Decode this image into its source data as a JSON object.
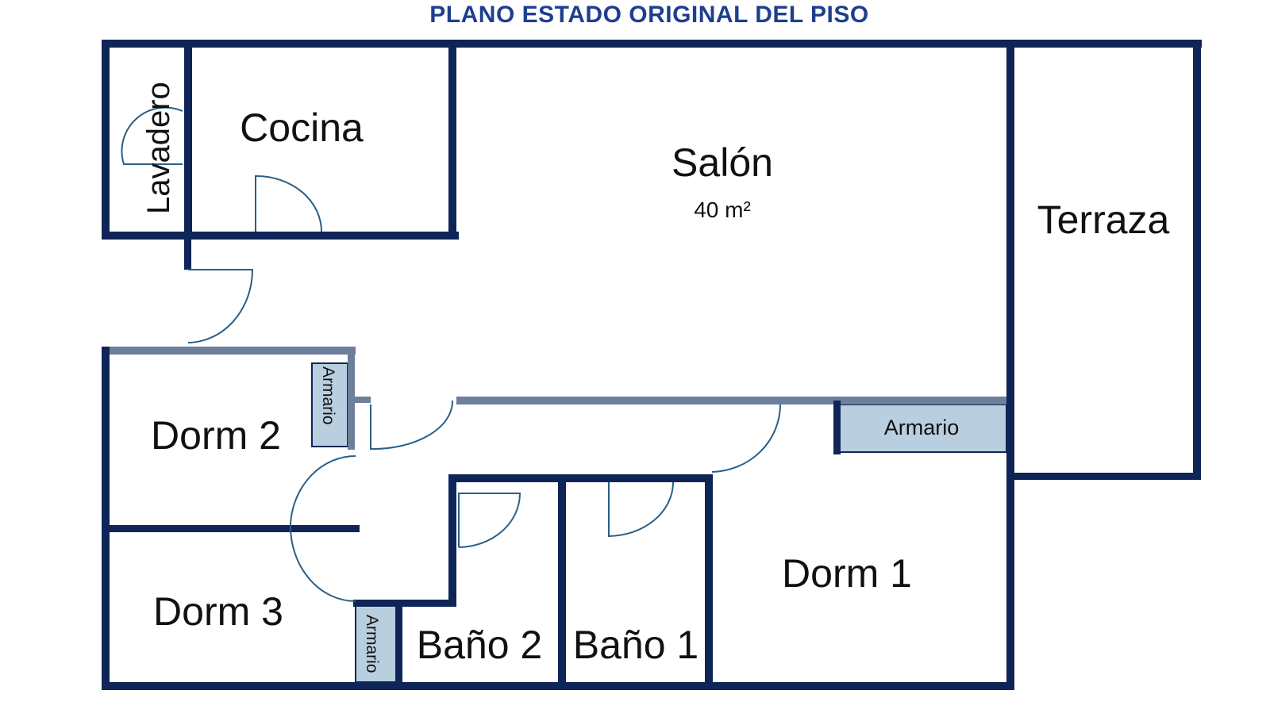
{
  "title": "PLANO ESTADO ORIGINAL DEL PISO",
  "rooms": {
    "lavadero": "Lavadero",
    "cocina": "Cocina",
    "salon": "Salón",
    "salon_area": "40 m²",
    "terraza": "Terraza",
    "dorm2": "Dorm 2",
    "dorm3": "Dorm 3",
    "dorm1": "Dorm 1",
    "bano2": "Baño 2",
    "bano1": "Baño 1",
    "armario_dorm2": "Armario",
    "armario_pasillo": "Armario",
    "armario_dorm3": "Armario"
  },
  "colors": {
    "wall": "#0f2557",
    "title": "#1e3f8f",
    "armario": "#b9cfe0",
    "door": "#2a5f86"
  }
}
